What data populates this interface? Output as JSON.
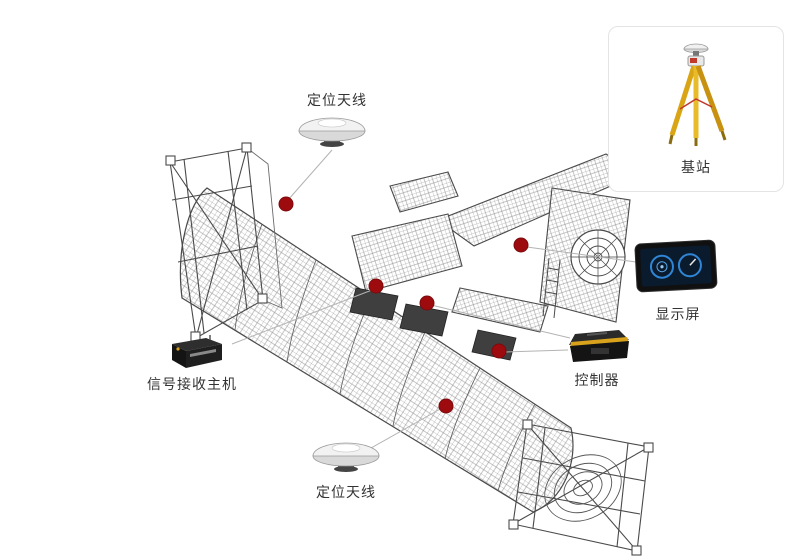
{
  "diagram": {
    "labels": {
      "antenna_top": "定位天线",
      "antenna_bottom": "定位天线",
      "base_station": "基站",
      "display": "显示屏",
      "controller": "控制器",
      "receiver": "信号接收主机"
    },
    "colors": {
      "marker_dot": "#9e0b0f",
      "marker_dot_edge": "#7c090c",
      "connector_line": "#b3b3b3",
      "card_border": "#e4e4e4",
      "wireframe_stroke": "#4a4a4a",
      "tripod_yellow": "#e2ae1c",
      "screen_blue": "#2f86d6"
    },
    "icons": [
      {
        "name": "gnss-antenna-icon",
        "for": "antenna_top"
      },
      {
        "name": "receiver-host-icon",
        "for": "receiver"
      },
      {
        "name": "survey-tripod-icon",
        "for": "base_station"
      },
      {
        "name": "display-screen-icon",
        "for": "display"
      },
      {
        "name": "controller-box-icon",
        "for": "controller"
      },
      {
        "name": "gnss-antenna-icon",
        "for": "antenna_bottom"
      }
    ]
  }
}
